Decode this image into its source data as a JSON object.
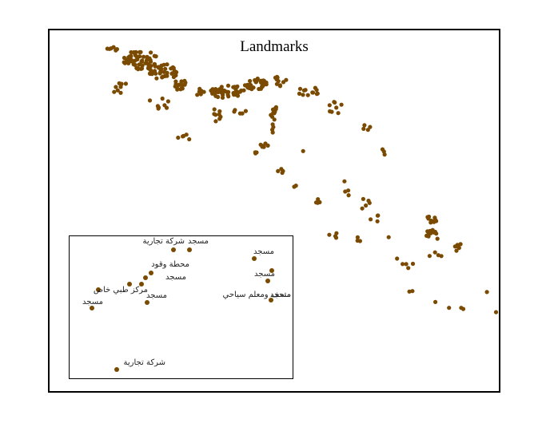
{
  "map": {
    "title": "Landmarks",
    "point_color": "#7a4a00",
    "inset_labels": [
      "شركة تجارية",
      "مسجد",
      "محطة وقود",
      "مسجد",
      "مركز طبي خاص",
      "مسجد",
      "مسجد",
      "مسجد",
      "مسجد",
      "مسجد",
      "متحف ومعلم سياحي",
      "شركة تجارية"
    ]
  }
}
